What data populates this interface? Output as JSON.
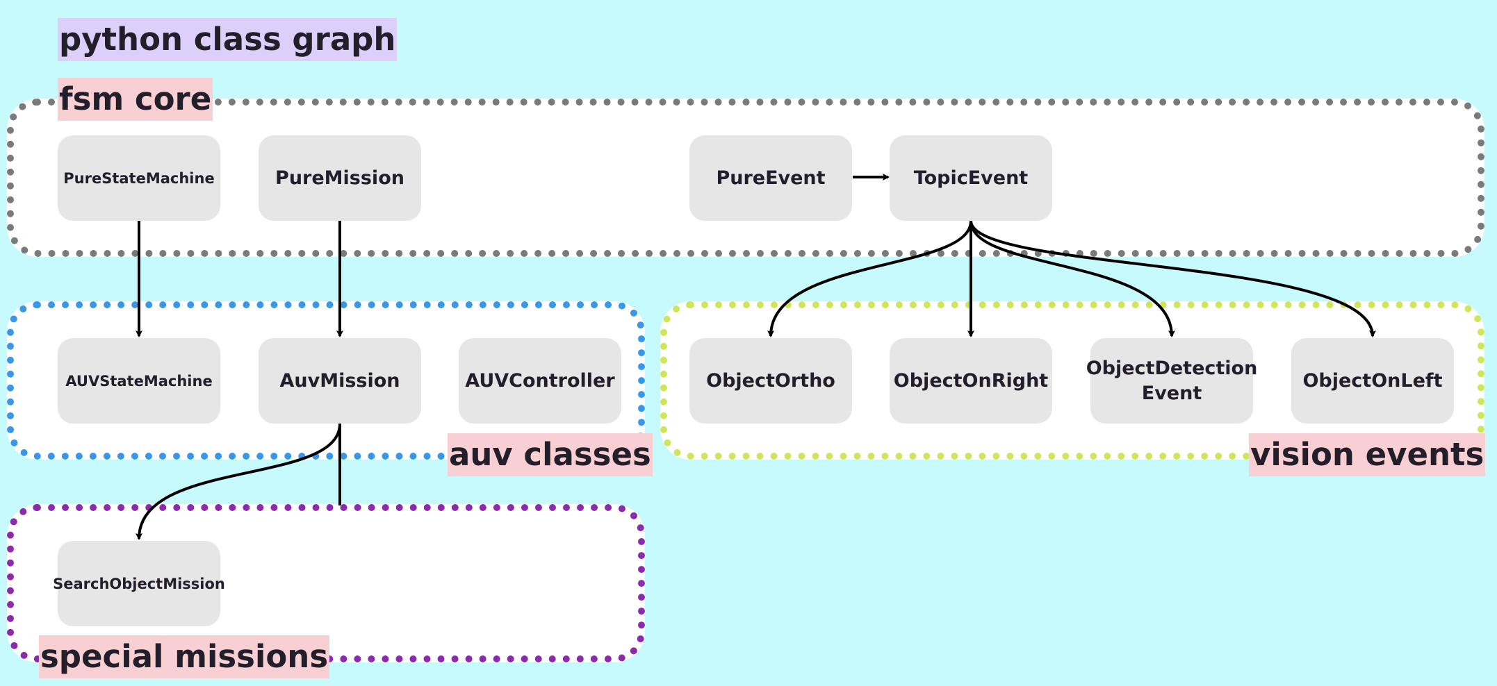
{
  "title": "python class graph",
  "groups": {
    "fsm_core": "fsm core",
    "auv_classes": "auv classes",
    "vision_events": "vision events",
    "special_missions": "special missions"
  },
  "nodes": {
    "pure_state_machine": "PureStateMachine",
    "pure_mission": "PureMission",
    "pure_event": "PureEvent",
    "topic_event": "TopicEvent",
    "auv_state_machine": "AUVStateMachine",
    "auv_mission": "AuvMission",
    "auv_controller": "AUVController",
    "object_ortho": "ObjectOrtho",
    "object_on_right": "ObjectOnRight",
    "object_detection_event": "ObjectDetection Event",
    "object_on_left": "ObjectOnLeft",
    "search_object_mission": "SearchObjectMission"
  },
  "edges": [
    {
      "from": "PureStateMachine",
      "to": "AUVStateMachine"
    },
    {
      "from": "PureMission",
      "to": "AuvMission"
    },
    {
      "from": "PureEvent",
      "to": "TopicEvent"
    },
    {
      "from": "TopicEvent",
      "to": "ObjectOrtho"
    },
    {
      "from": "TopicEvent",
      "to": "ObjectOnRight"
    },
    {
      "from": "TopicEvent",
      "to": "ObjectDetection Event"
    },
    {
      "from": "TopicEvent",
      "to": "ObjectOnLeft"
    },
    {
      "from": "AuvMission",
      "to": "SearchObjectMission"
    }
  ],
  "colors": {
    "background": "#c7fafc",
    "node_fill": "#e6e6e6",
    "title_highlight": "#dcd0fb",
    "label_highlight": "#f8cfd2",
    "fsm_core_border": "#7a7a7a",
    "auv_classes_border": "#3a97e8",
    "vision_events_border": "#cfe65b",
    "special_missions_border": "#8b2bab",
    "edge": "#000000"
  }
}
